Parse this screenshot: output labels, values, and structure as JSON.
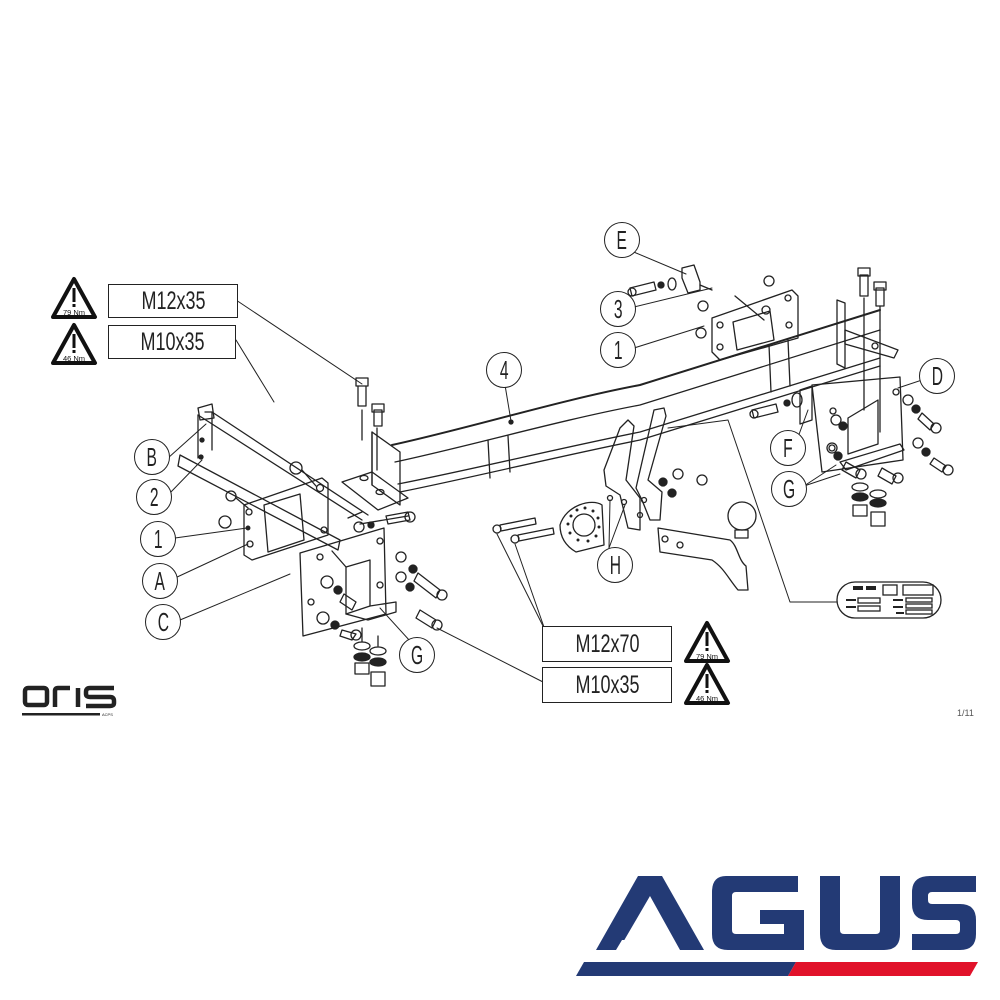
{
  "diagram": {
    "type": "exploded-assembly-drawing",
    "subject": "Tow bar (towbar) installation diagram",
    "callouts": [
      {
        "id": "E",
        "label": "E"
      },
      {
        "id": "3",
        "label": "3"
      },
      {
        "id": "1-right",
        "label": "1"
      },
      {
        "id": "4",
        "label": "4"
      },
      {
        "id": "D",
        "label": "D"
      },
      {
        "id": "F",
        "label": "F"
      },
      {
        "id": "G-right",
        "label": "G"
      },
      {
        "id": "B",
        "label": "B"
      },
      {
        "id": "2",
        "label": "2"
      },
      {
        "id": "1-left",
        "label": "1"
      },
      {
        "id": "A",
        "label": "A"
      },
      {
        "id": "C",
        "label": "C"
      },
      {
        "id": "G-left",
        "label": "G"
      },
      {
        "id": "H",
        "label": "H"
      }
    ],
    "bolt_specs_top_left": [
      {
        "size": "M12x35",
        "torque": "79 Nm"
      },
      {
        "size": "M10x35",
        "torque": "46 Nm"
      }
    ],
    "bolt_specs_bottom": [
      {
        "size": "M12x70",
        "torque": "79 Nm"
      },
      {
        "size": "M10x35",
        "torque": "46 Nm"
      }
    ],
    "warning_symbol": "!",
    "page_number": "1/11"
  },
  "branding": {
    "manufacturer_logo": "oris",
    "manufacturer_subtext": "ACPS",
    "dealer_logo": "AGUS",
    "colors": {
      "agus_blue": "#233a75",
      "agus_red": "#e1122a",
      "line": "#222222"
    }
  }
}
